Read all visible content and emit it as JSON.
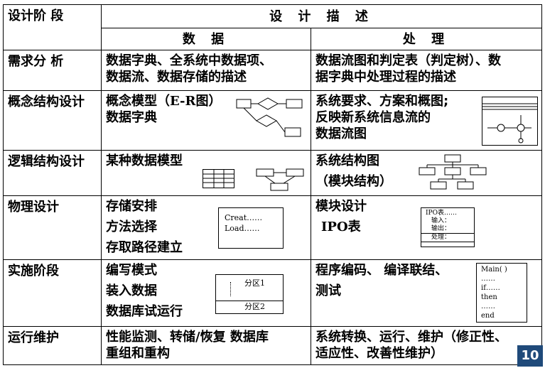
{
  "header": {
    "stage": "设计阶 段",
    "description": "设 计 描 述",
    "data": "数 据",
    "process": "处 理"
  },
  "rows": [
    {
      "stage": "需求分 析",
      "data": [
        "数据字典、全系统中数据项、",
        "数据流、数据存储的描述"
      ],
      "process": [
        "数据流图和判定表（判定树）、数",
        "据字典中处理过程的描述"
      ]
    },
    {
      "stage": "概念结构设计",
      "data": [
        "概念模型（E-R图）",
        "数据字典"
      ],
      "process": [
        "系统要求、方案和概图;",
        "反映新系统信息流的",
        "数据流图"
      ]
    },
    {
      "stage": "逻辑结构设计",
      "data": [
        "某种数据模型"
      ],
      "process": [
        "系统结构图",
        "（模块结构）"
      ]
    },
    {
      "stage": "物理设计",
      "data": [
        "存储安排",
        "方法选择",
        "存取路径建立"
      ],
      "process": [
        "模块设计",
        "IPO表"
      ],
      "data_box": [
        "Creat……",
        "Load……"
      ],
      "ipo_box": [
        "IPO表……",
        "输入：",
        "输出：",
        "处理："
      ]
    },
    {
      "stage": "实施阶段",
      "data": [
        "编写模式",
        "装入数据",
        "数据库试运行"
      ],
      "process": [
        "程序编码、 编译联结、",
        "测试"
      ],
      "partition_box": [
        "分区1",
        "分区2"
      ],
      "code_box": [
        "Main(   )",
        "……",
        "if……",
        "then",
        "……",
        "end"
      ]
    },
    {
      "stage": "运行维护",
      "data": [
        "性能监测、转储/恢复 数据库",
        "重组和重构"
      ],
      "process": [
        "系统转换、运行、维护（修正性、",
        "适应性、改善性维护）"
      ]
    }
  ],
  "page_number": "10"
}
